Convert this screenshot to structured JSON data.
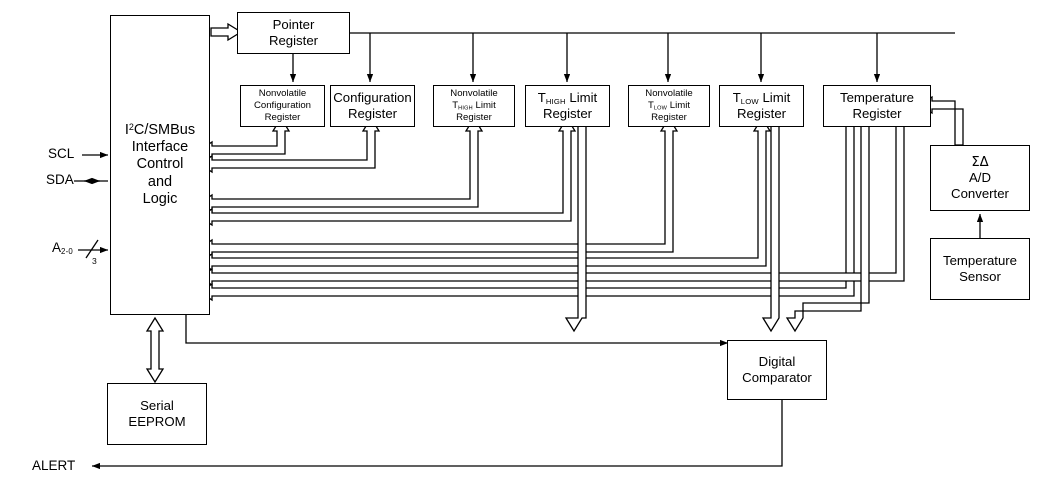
{
  "diagram": {
    "title": "Temperature sensor with I2C/SMBus interface block diagram",
    "stroke_color": "#000000",
    "background_color": "#ffffff"
  },
  "blocks": {
    "interface": {
      "name": "interface-control-logic",
      "lines": [
        "I2C/SMBus",
        "Interface",
        "Control",
        "and",
        "Logic"
      ],
      "prefix": "I",
      "sup": "2",
      "rest": "C/SMBus"
    },
    "pointer_register": {
      "name": "pointer-register",
      "lines": [
        "Pointer",
        "Register"
      ]
    },
    "nv_config_register": {
      "name": "nonvolatile-configuration-register",
      "lines": [
        "Nonvolatile",
        "Configuration",
        "Register"
      ]
    },
    "config_register": {
      "name": "configuration-register",
      "lines": [
        "Configuration",
        "Register"
      ]
    },
    "nv_thigh_register": {
      "name": "nonvolatile-thigh-limit-register",
      "line1": "Nonvolatile",
      "t": "T",
      "sub": "HIGH",
      "after": " Limit",
      "line3": "Register"
    },
    "thigh_register": {
      "name": "thigh-limit-register",
      "t": "T",
      "sub": "HIGH",
      "after": " Limit",
      "line2": "Register"
    },
    "nv_tlow_register": {
      "name": "nonvolatile-tlow-limit-register",
      "line1": "Nonvolatile",
      "t": "T",
      "sub": "LOW",
      "after": " Limit",
      "line3": "Register"
    },
    "tlow_register": {
      "name": "tlow-limit-register",
      "t": "T",
      "sub": "LOW",
      "after": " Limit",
      "line2": "Register"
    },
    "temperature_register": {
      "name": "temperature-register",
      "lines": [
        "Temperature",
        "Register"
      ]
    },
    "adc": {
      "name": "sigma-delta-adc",
      "symbol": "ΣΔ",
      "lines": [
        "A/D",
        "Converter"
      ]
    },
    "temperature_sensor": {
      "name": "temperature-sensor",
      "lines": [
        "Temperature",
        "Sensor"
      ]
    },
    "serial_eeprom": {
      "name": "serial-eeprom",
      "lines": [
        "Serial",
        "EEPROM"
      ]
    },
    "digital_comparator": {
      "name": "digital-comparator",
      "lines": [
        "Digital",
        "Comparator"
      ]
    }
  },
  "signals": {
    "scl": {
      "name": "scl-signal-label",
      "label": "SCL"
    },
    "sda": {
      "name": "sda-signal-label",
      "label": "SDA"
    },
    "address": {
      "name": "address-bus-label",
      "base": "A",
      "sub": "2-0",
      "width": "3"
    },
    "alert": {
      "name": "alert-signal-label",
      "label": "ALERT"
    }
  }
}
